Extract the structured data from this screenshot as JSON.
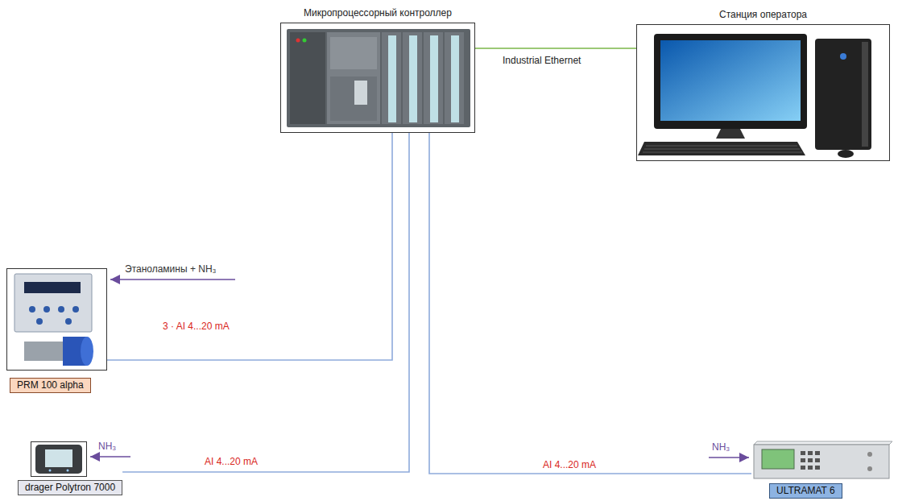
{
  "diagram": {
    "nodes": [
      {
        "text": [
          "Микропроцессорный контроллер"
        ]
      },
      {
        "text": [
          "Станция оператора"
        ]
      },
      {
        "text": [
          "PRM 100 alpha"
        ]
      },
      {
        "text": [
          "drager Polytron 7000"
        ]
      },
      {
        "text": [
          "ULTRAMAT 6"
        ]
      }
    ],
    "edges": [
      {
        "from": 0,
        "to": 1,
        "arrow": "none",
        "label": "Industrial Ethernet"
      },
      {
        "from": 0,
        "to": 2,
        "arrow": "none",
        "label": "3 · AI 4...20 mA"
      },
      {
        "from": 0,
        "to": 3,
        "arrow": "none",
        "label": "AI 4...20 mA"
      },
      {
        "from": 0,
        "to": 4,
        "arrow": "none",
        "label": "AI 4...20 mA"
      }
    ],
    "labels": [
      "Этаноламины + NH₃",
      "NH₃",
      "NH₃"
    ]
  }
}
